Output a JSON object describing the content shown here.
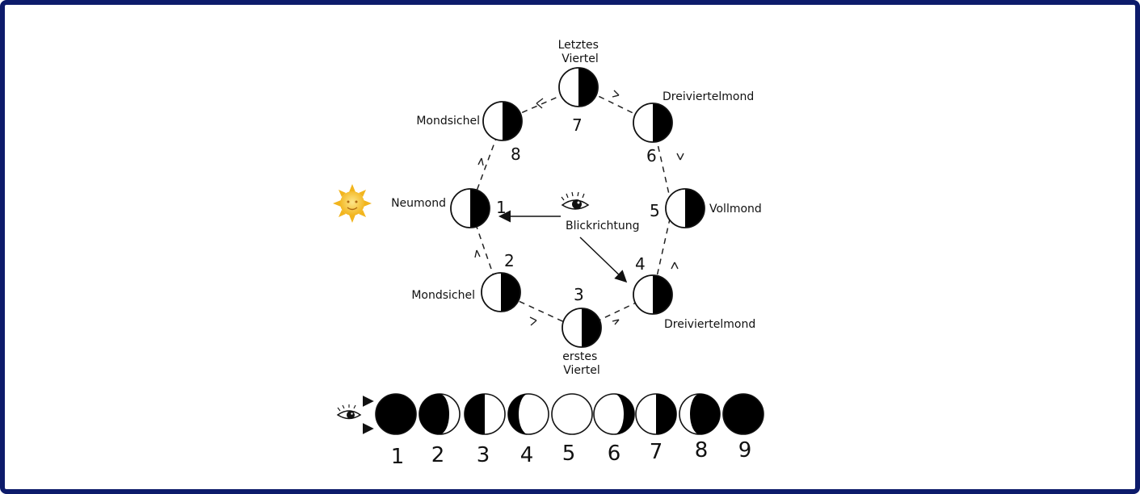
{
  "orbit": {
    "phases": [
      {
        "number": "1",
        "label": "Neumond"
      },
      {
        "number": "2",
        "label": "Mondsichel"
      },
      {
        "number": "3",
        "label": "erstes Viertel"
      },
      {
        "number": "4",
        "label": "Dreiviertelmond"
      },
      {
        "number": "5",
        "label": "Vollmond"
      },
      {
        "number": "6",
        "label": "Dreiviertelmond"
      },
      {
        "number": "7",
        "label": "Letztes Viertel"
      },
      {
        "number": "8",
        "label": "Mondsichel"
      }
    ],
    "view_direction": "Blickrichtung",
    "sun_icon": "sun-icon",
    "eye_icon": "eye-icon"
  },
  "strip": {
    "numbers": [
      "1",
      "2",
      "3",
      "4",
      "5",
      "6",
      "7",
      "8",
      "9"
    ],
    "eye_icon": "eye-icon"
  },
  "colors": {
    "border": "#0d1b6b",
    "moon_dark": "#000000",
    "moon_light": "#ffffff",
    "sun": "#f2c230"
  }
}
